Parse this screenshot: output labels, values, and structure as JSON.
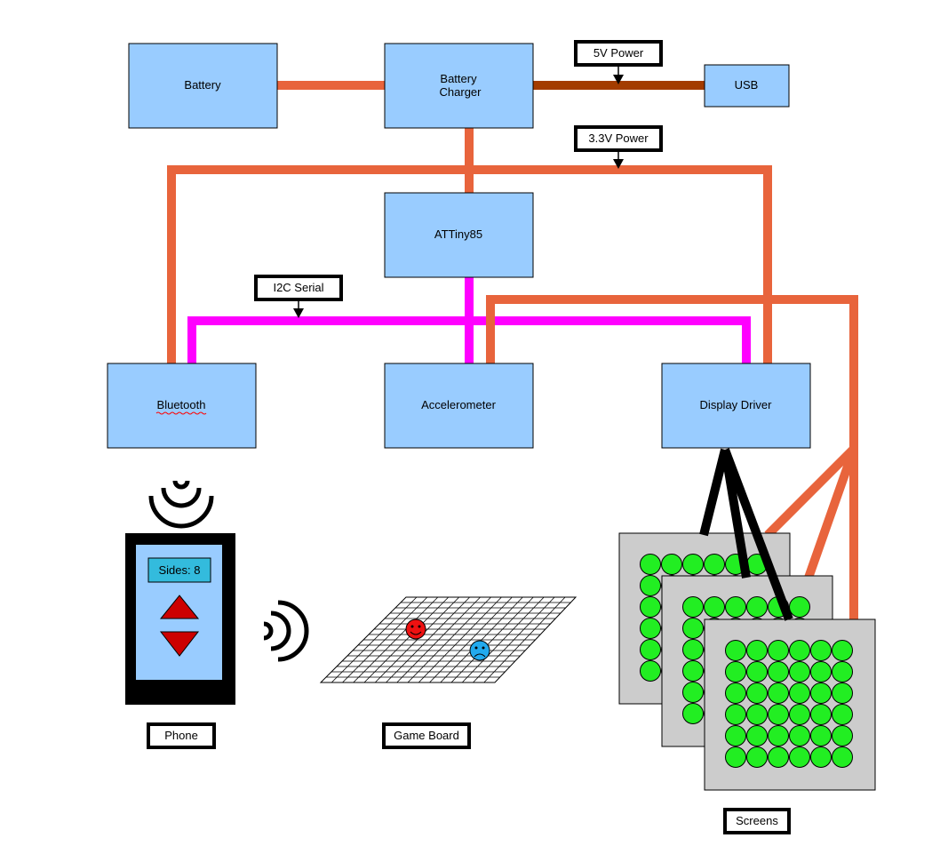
{
  "colors": {
    "block_fill": "#99ccff",
    "block_stroke": "#000000",
    "power_wire": "#e8643c",
    "usb_wire": "#a33c00",
    "i2c_wire": "#ff00ff",
    "led_green": "#22ee22",
    "screen_bg": "#cccccc",
    "red_arrow": "#cc0000",
    "phone_display": "#99ccff",
    "phone_label_bg": "#33bbdd",
    "face_red": "#ee1111",
    "face_blue": "#22aaee"
  },
  "blocks": {
    "battery": "Battery",
    "charger_line1": "Battery",
    "charger_line2": "Charger",
    "usb": "USB",
    "attiny": "ATTiny85",
    "bluetooth": "Bluetooth",
    "accelerometer": "Accelerometer",
    "display_driver": "Display Driver"
  },
  "callouts": {
    "five_v": "5V Power",
    "three_v": "3.3V Power",
    "i2c": "I2C Serial"
  },
  "phone": {
    "sides_label": "Sides: 8"
  },
  "captions": {
    "phone": "Phone",
    "game_board": "Game Board",
    "screens": "Screens"
  },
  "icons": [
    "signal-waves-icon",
    "up-arrow-icon",
    "down-arrow-icon",
    "happy-face-icon",
    "sad-face-icon"
  ]
}
